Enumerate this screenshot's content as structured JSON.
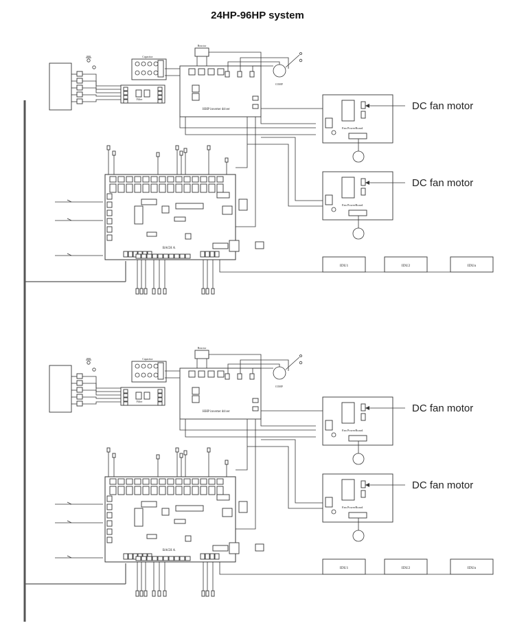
{
  "diagram": {
    "title": "24HP-96HP system",
    "labels": {
      "dc_fan_motor": "DC fan motor",
      "inverter_driver": "HHP inverter driver",
      "fan_powerboard": "Fan PowerBoard",
      "main_board": "BACH A",
      "idu1": "IDU1",
      "idu2": "IDU2",
      "idun": "IDUn",
      "capacitor": "Capacitor",
      "reactor": "Reactor",
      "comp": "COMP",
      "filter": "Filter"
    }
  }
}
